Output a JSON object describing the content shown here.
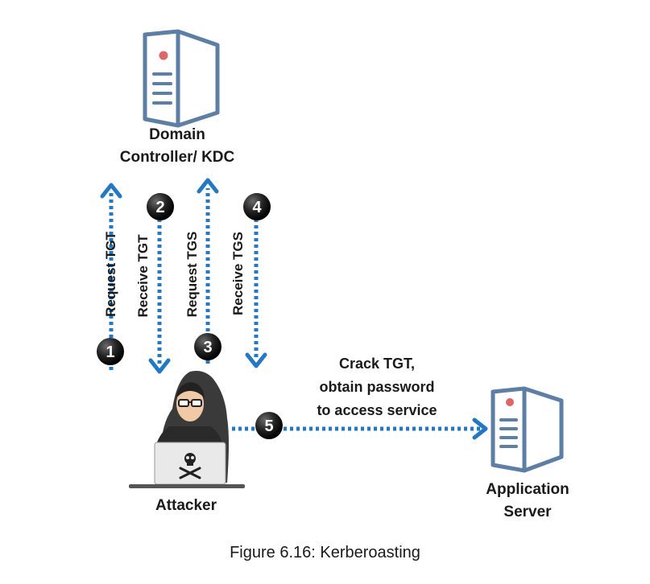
{
  "nodes": {
    "kdc": {
      "line1": "Domain",
      "line2": "Controller/ KDC"
    },
    "attacker": {
      "label": "Attacker"
    },
    "app_server": {
      "line1": "Application",
      "line2": "Server"
    }
  },
  "steps": [
    {
      "number": "1",
      "label": "Request TGT"
    },
    {
      "number": "2",
      "label": "Receive TGT"
    },
    {
      "number": "3",
      "label": "Request TGS"
    },
    {
      "number": "4",
      "label": "Receive TGS"
    },
    {
      "number": "5",
      "label_lines": [
        "Crack TGT,",
        "obtain password",
        "to access service"
      ]
    }
  ],
  "caption": "Figure 6.16: Kerberoasting",
  "colors": {
    "arrow": "#1f78c8",
    "server_outline": "#5b7fa6",
    "server_led": "#e06666",
    "badge": "#1c1c1c"
  }
}
